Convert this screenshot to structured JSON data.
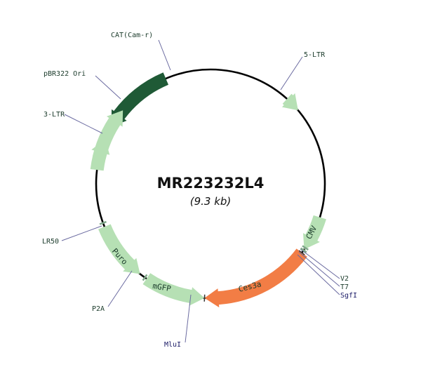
{
  "plasmid": {
    "name": "MR223232L4",
    "size_label": "(9.3 kb)"
  },
  "colors": {
    "backbone": "#000000",
    "light_feature": "#b6e0b4",
    "dark_feature": "#1f5a36",
    "insert": "#f27d45",
    "callout_line": "#6a6aa0"
  },
  "features": [
    {
      "id": "cat",
      "label": "CAT(Cam-r)",
      "start": 300,
      "end": 337,
      "direction": "ccw",
      "color": "#1f5a36"
    },
    {
      "id": "pbr322",
      "label": "pBR322 Ori",
      "start": 277,
      "end": 310,
      "direction": "cw",
      "color": "#b6e0b4"
    },
    {
      "id": "3ltr",
      "label": "3-LTR",
      "start": 283,
      "end": 293,
      "direction": "cw",
      "color": "#b6e0b4"
    },
    {
      "id": "5ltr",
      "label": "5-LTR",
      "start": 42,
      "end": 50,
      "direction": "cw",
      "color": "#b6e0b4"
    },
    {
      "id": "cmv",
      "label": "CMV",
      "start": 107,
      "end": 125,
      "direction": "cw",
      "color": "#b6e0b4"
    },
    {
      "id": "ces3a",
      "label": "Ces3a",
      "start": 127,
      "end": 183,
      "direction": "cw",
      "color": "#f27d45"
    },
    {
      "id": "mgfp",
      "label": "mGFP",
      "start": 183,
      "end": 214,
      "direction": "ccw",
      "color": "#b6e0b4"
    },
    {
      "id": "puro",
      "label": "Puro",
      "start": 218,
      "end": 248,
      "direction": "ccw",
      "color": "#b6e0b4"
    }
  ],
  "markers": [
    {
      "id": "v2",
      "label": "V2",
      "angle": 124
    },
    {
      "id": "t7",
      "label": "T7",
      "angle": 125.5
    },
    {
      "id": "sgfi",
      "label": "SgfI",
      "angle": 127,
      "site": true
    },
    {
      "id": "mlui",
      "label": "MluI",
      "angle": 183,
      "site": true
    },
    {
      "id": "p2a",
      "label": "P2A",
      "angle": 215
    },
    {
      "id": "lr50",
      "label": "LR50",
      "angle": 250
    }
  ]
}
